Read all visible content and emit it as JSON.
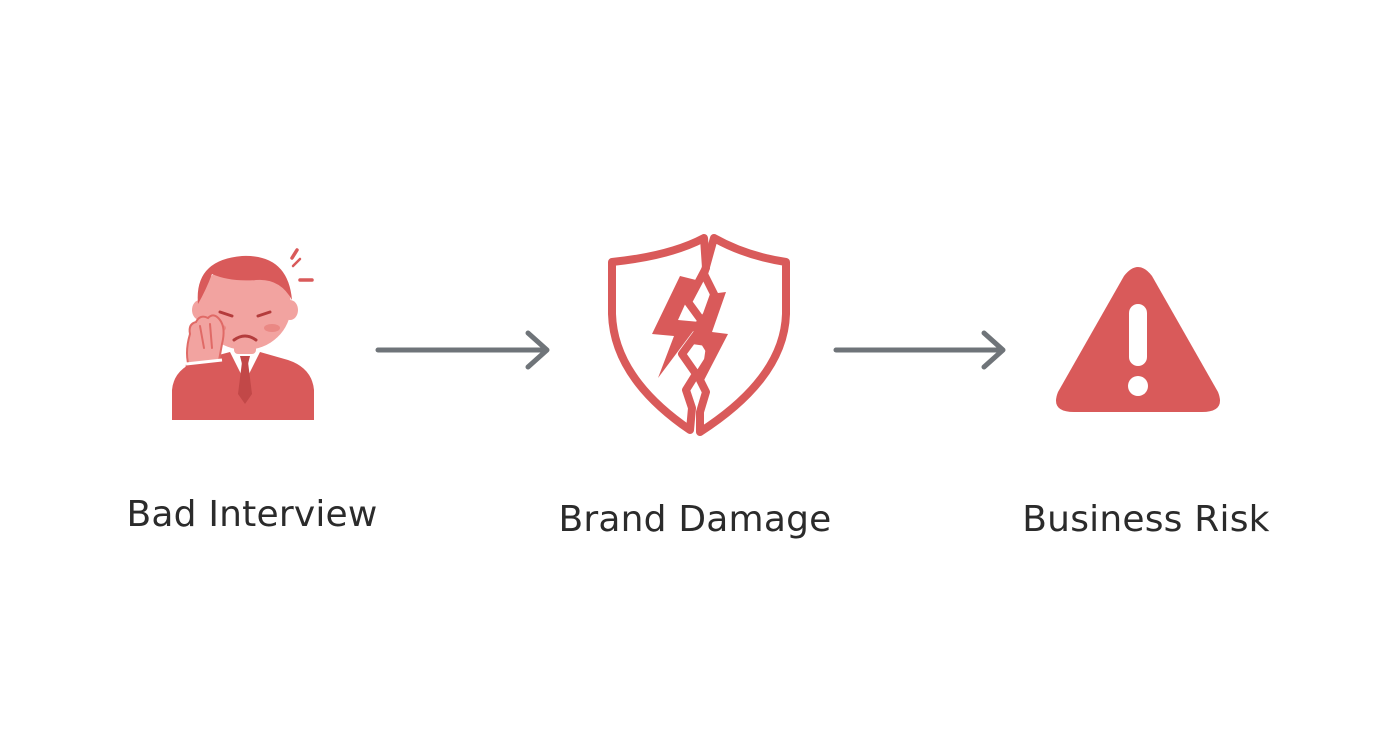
{
  "colors": {
    "accent": "#d95a5a",
    "accent_light": "#f2a3a0",
    "arrow": "#6f7479",
    "text": "#2b2b2b",
    "background": "#ffffff"
  },
  "steps": [
    {
      "label": "Bad Interview",
      "icon": "stressed-person-icon"
    },
    {
      "label": "Brand Damage",
      "icon": "broken-shield-icon"
    },
    {
      "label": "Business Risk",
      "icon": "warning-triangle-icon"
    }
  ],
  "connectors": [
    {
      "from": "Bad Interview",
      "to": "Brand Damage",
      "icon": "arrow-right-icon"
    },
    {
      "from": "Brand Damage",
      "to": "Business Risk",
      "icon": "arrow-right-icon"
    }
  ]
}
